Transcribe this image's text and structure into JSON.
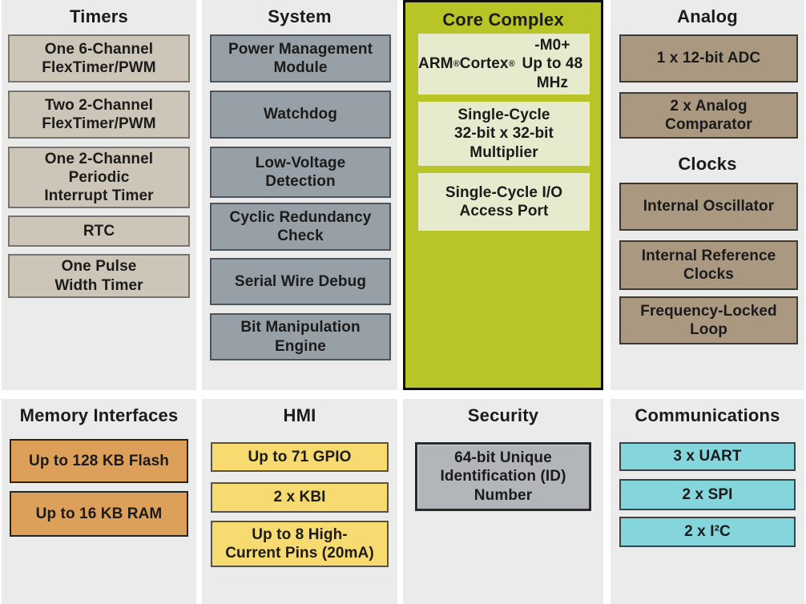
{
  "colors": {
    "page_background": "#ffffff",
    "panel_background": "#ebebeb",
    "text": "#1b1b1b",
    "timers_box_fill": "#cdc5b7",
    "timers_box_border": "#77746f",
    "system_box_fill": "#97a0a7",
    "system_box_border": "#4e555a",
    "core_panel_fill": "#b9c427",
    "core_panel_border": "#101010",
    "core_box_fill": "#e7eacc",
    "analog_clocks_box_fill": "#ab9881",
    "analog_clocks_box_border": "#3e3a33",
    "memory_box_fill": "#dda05a",
    "memory_box_border": "#26221d",
    "hmi_box_fill": "#f7db70",
    "hmi_box_border": "#585246",
    "security_box_fill": "#b2b6ba",
    "security_box_border": "#28292b",
    "communications_box_fill": "#85d5dd",
    "communications_box_border": "#3b4347"
  },
  "sections": {
    "timers": {
      "title": "Timers",
      "blocks": [
        "One 6-Channel\nFlexTimer/PWM",
        "Two 2-Channel\nFlexTimer/PWM",
        "One 2-Channel\nPeriodic\nInterrupt Timer",
        "RTC",
        "One Pulse\nWidth Timer"
      ]
    },
    "system": {
      "title": "System",
      "blocks": [
        "Power Management\nModule",
        "Watchdog",
        "Low-Voltage\nDetection",
        "Cyclic Redundancy\nCheck",
        "Serial Wire Debug",
        "Bit Manipulation\nEngine"
      ]
    },
    "core_complex": {
      "title": "Core Complex",
      "blocks": [
        "ARM® Cortex®-M0+\nUp to 48 MHz",
        "Single-Cycle\n32-bit x 32-bit\nMultiplier",
        "Single-Cycle I/O\nAccess Port"
      ]
    },
    "analog": {
      "title": "Analog",
      "blocks": [
        "1 x 12-bit ADC",
        "2 x Analog\nComparator"
      ]
    },
    "clocks": {
      "title": "Clocks",
      "blocks": [
        "Internal Oscillator",
        "Internal Reference\nClocks",
        "Frequency-Locked\nLoop"
      ]
    },
    "memory_interfaces": {
      "title": "Memory Interfaces",
      "blocks": [
        "Up to 128 KB Flash",
        "Up to 16 KB RAM"
      ]
    },
    "hmi": {
      "title": "HMI",
      "blocks": [
        "Up to 71 GPIO",
        "2 x KBI",
        "Up to 8 High-\nCurrent Pins (20mA)"
      ]
    },
    "security": {
      "title": "Security",
      "blocks": [
        "64-bit Unique\nIdentification (ID)\nNumber"
      ]
    },
    "communications": {
      "title": "Communications",
      "blocks": [
        "3 x UART",
        "2 x SPI",
        "2 x I²C"
      ]
    }
  }
}
